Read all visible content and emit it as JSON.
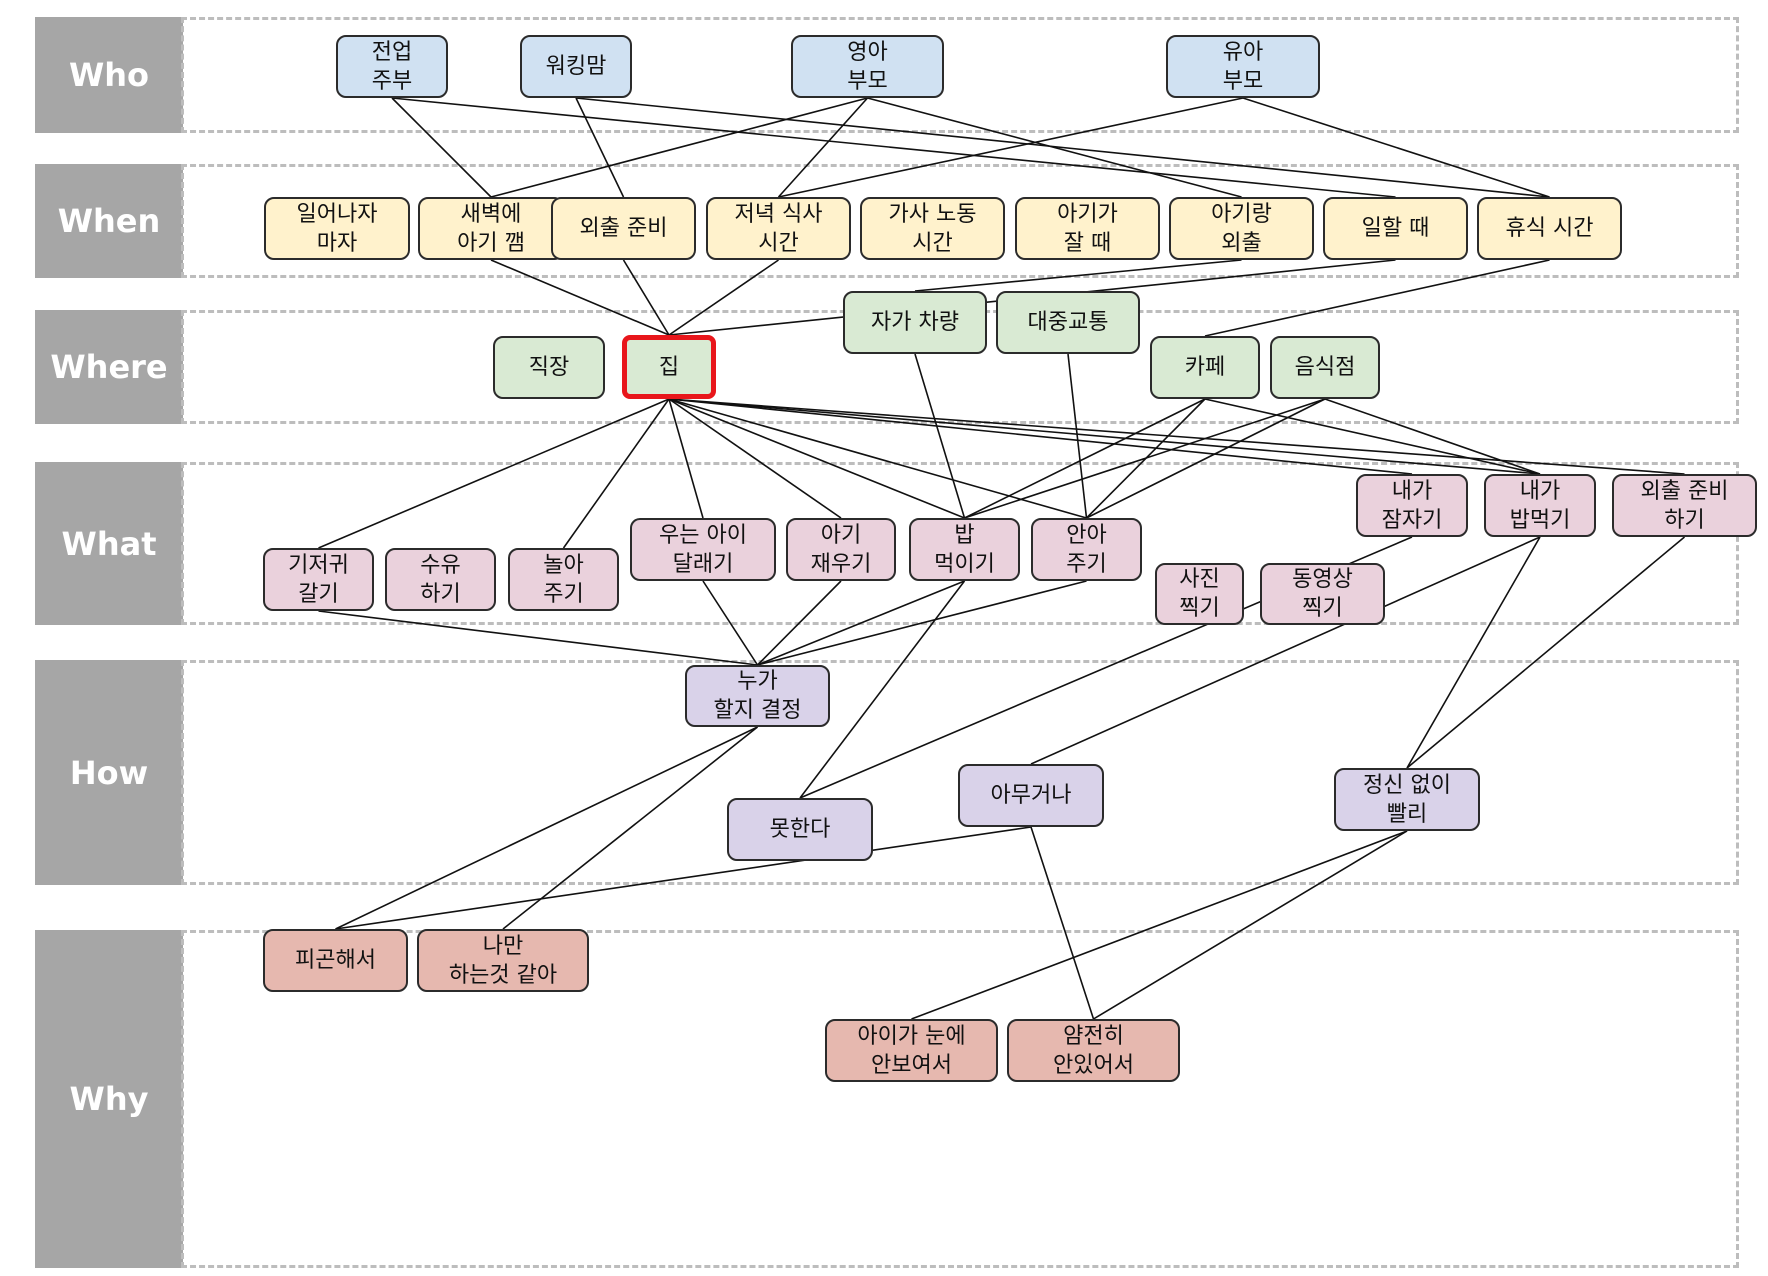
{
  "rows": [
    {
      "id": "who",
      "label": "Who"
    },
    {
      "id": "when",
      "label": "When"
    },
    {
      "id": "where",
      "label": "Where"
    },
    {
      "id": "what",
      "label": "What"
    },
    {
      "id": "how",
      "label": "How"
    },
    {
      "id": "why",
      "label": "Why"
    }
  ],
  "nodes": [
    {
      "id": "fulltime-housewife",
      "row": "who",
      "text": "전업\n주부"
    },
    {
      "id": "working-mom",
      "row": "who",
      "text": "워킹맘"
    },
    {
      "id": "infant-parent",
      "row": "who",
      "text": "영아\n부모"
    },
    {
      "id": "toddler-parent",
      "row": "who",
      "text": "유아\n부모"
    },
    {
      "id": "right-after-waking",
      "row": "when",
      "text": "일어나자\n마자"
    },
    {
      "id": "baby-wakes-dawn",
      "row": "when",
      "text": "새벽에\n아기 깸"
    },
    {
      "id": "going-out-prep",
      "row": "when",
      "text": "외출 준비"
    },
    {
      "id": "dinner-time",
      "row": "when",
      "text": "저녁 식사\n시간"
    },
    {
      "id": "housework-time",
      "row": "when",
      "text": "가사 노동\n시간"
    },
    {
      "id": "baby-sleeping",
      "row": "when",
      "text": "아기가\n잘 때"
    },
    {
      "id": "outing-with-baby",
      "row": "when",
      "text": "아기랑\n외출"
    },
    {
      "id": "working",
      "row": "when",
      "text": "일할 때"
    },
    {
      "id": "break-time",
      "row": "when",
      "text": "휴식 시간"
    },
    {
      "id": "own-car",
      "row": "where",
      "text": "자가 차량"
    },
    {
      "id": "public-transport",
      "row": "where",
      "text": "대중교통"
    },
    {
      "id": "workplace",
      "row": "where",
      "text": "직장"
    },
    {
      "id": "home",
      "row": "where",
      "text": "집",
      "highlight": true
    },
    {
      "id": "cafe",
      "row": "where",
      "text": "카페"
    },
    {
      "id": "restaurant",
      "row": "where",
      "text": "음식점"
    },
    {
      "id": "change-diaper",
      "row": "what",
      "text": "기저귀\n갈기"
    },
    {
      "id": "feeding",
      "row": "what",
      "text": "수유\n하기"
    },
    {
      "id": "play",
      "row": "what",
      "text": "놀아\n주기"
    },
    {
      "id": "soothe-crying",
      "row": "what",
      "text": "우는 아이\n달래기"
    },
    {
      "id": "put-to-sleep",
      "row": "what",
      "text": "아기\n재우기"
    },
    {
      "id": "feed-meal",
      "row": "what",
      "text": "밥\n먹이기"
    },
    {
      "id": "hold",
      "row": "what",
      "text": "안아\n주기"
    },
    {
      "id": "i-sleep",
      "row": "what",
      "text": "내가\n잠자기"
    },
    {
      "id": "i-eat",
      "row": "what",
      "text": "내가\n밥먹기"
    },
    {
      "id": "prepare-outing",
      "row": "what",
      "text": "외출 준비\n하기"
    },
    {
      "id": "take-photo",
      "row": "what",
      "text": "사진\n찍기"
    },
    {
      "id": "take-video",
      "row": "what",
      "text": "동영상\n찍기"
    },
    {
      "id": "decide-who",
      "row": "how",
      "text": "누가\n할지 결정"
    },
    {
      "id": "cant-do",
      "row": "how",
      "text": "못한다"
    },
    {
      "id": "anything",
      "row": "how",
      "text": "아무거나"
    },
    {
      "id": "quickly-frantic",
      "row": "how",
      "text": "정신 없이\n빨리"
    },
    {
      "id": "tired",
      "row": "why",
      "text": "피곤해서"
    },
    {
      "id": "only-me",
      "row": "why",
      "text": "나만\n하는것 같아"
    },
    {
      "id": "baby-out-of-sight",
      "row": "why",
      "text": "아이가 눈에\n안보여서"
    },
    {
      "id": "cant-sit-still",
      "row": "why",
      "text": "얌전히\n안있어서"
    }
  ],
  "edges": [
    [
      "fulltime-housewife",
      "baby-wakes-dawn"
    ],
    [
      "fulltime-housewife",
      "working"
    ],
    [
      "working-mom",
      "going-out-prep"
    ],
    [
      "working-mom",
      "break-time"
    ],
    [
      "infant-parent",
      "baby-wakes-dawn"
    ],
    [
      "infant-parent",
      "dinner-time"
    ],
    [
      "infant-parent",
      "outing-with-baby"
    ],
    [
      "toddler-parent",
      "dinner-time"
    ],
    [
      "toddler-parent",
      "break-time"
    ],
    [
      "baby-wakes-dawn",
      "home"
    ],
    [
      "going-out-prep",
      "home"
    ],
    [
      "dinner-time",
      "home"
    ],
    [
      "working",
      "home"
    ],
    [
      "outing-with-baby",
      "own-car"
    ],
    [
      "break-time",
      "cafe"
    ],
    [
      "home",
      "change-diaper"
    ],
    [
      "home",
      "play"
    ],
    [
      "home",
      "soothe-crying"
    ],
    [
      "home",
      "put-to-sleep"
    ],
    [
      "home",
      "feed-meal"
    ],
    [
      "home",
      "hold"
    ],
    [
      "home",
      "i-sleep"
    ],
    [
      "home",
      "i-eat"
    ],
    [
      "home",
      "prepare-outing"
    ],
    [
      "own-car",
      "feed-meal"
    ],
    [
      "public-transport",
      "hold"
    ],
    [
      "cafe",
      "feed-meal"
    ],
    [
      "cafe",
      "hold"
    ],
    [
      "cafe",
      "i-eat"
    ],
    [
      "restaurant",
      "feed-meal"
    ],
    [
      "restaurant",
      "hold"
    ],
    [
      "restaurant",
      "i-eat"
    ],
    [
      "change-diaper",
      "decide-who"
    ],
    [
      "soothe-crying",
      "decide-who"
    ],
    [
      "put-to-sleep",
      "decide-who"
    ],
    [
      "feed-meal",
      "decide-who"
    ],
    [
      "hold",
      "decide-who"
    ],
    [
      "feed-meal",
      "cant-do"
    ],
    [
      "i-sleep",
      "cant-do"
    ],
    [
      "i-eat",
      "anything"
    ],
    [
      "i-eat",
      "quickly-frantic"
    ],
    [
      "prepare-outing",
      "quickly-frantic"
    ],
    [
      "decide-who",
      "tired"
    ],
    [
      "decide-who",
      "only-me"
    ],
    [
      "anything",
      "tired"
    ],
    [
      "anything",
      "cant-sit-still"
    ],
    [
      "quickly-frantic",
      "baby-out-of-sight"
    ],
    [
      "quickly-frantic",
      "cant-sit-still"
    ]
  ]
}
